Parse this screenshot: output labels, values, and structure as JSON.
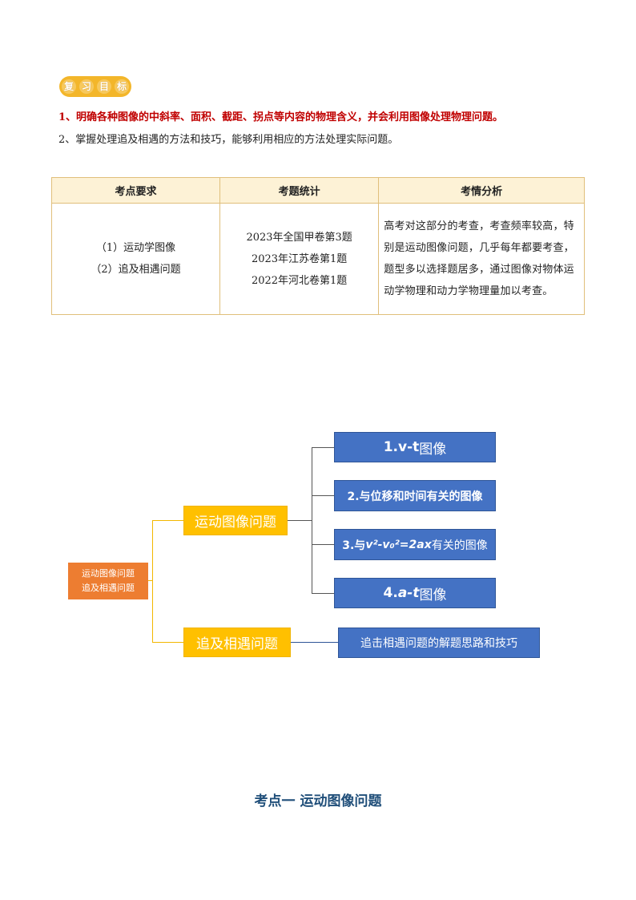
{
  "badge": {
    "chars": [
      "复",
      "习",
      "目",
      "标"
    ]
  },
  "goals": {
    "g1": "1、明确各种图像的中斜率、面积、截距、拐点等内容的物理含义，并会利用图像处理物理问题。",
    "g2": "2、掌握处理追及相遇的方法和技巧，能够利用相应的方法处理实际问题。"
  },
  "table": {
    "headers": [
      "考点要求",
      "考题统计",
      "考情分析"
    ],
    "requirements": [
      "（1）运动学图像",
      "（2）追及相遇问题"
    ],
    "statistics": [
      "2023年全国甲卷第3题",
      "2023年江苏卷第1题",
      "2022年河北卷第1题"
    ],
    "analysis": "高考对这部分的考查，考查频率较高，特别是运动图像问题，几乎每年都要考查，题型多以选择题居多，通过图像对物体运动学物理和动力学物理量加以考查。"
  },
  "mindmap": {
    "root": [
      "运动图像问题",
      "追及相遇问题"
    ],
    "branch1": "运动图像问题",
    "branch2": "追及相遇问题",
    "leaf1": {
      "num": "1.",
      "var": "v-t",
      "suffix": " 图像"
    },
    "leaf2": "2.与位移和时间有关的图像",
    "leaf3": {
      "num": "3.与 ",
      "formula": "v²-v₀²=2ax",
      "suffix": " 有关的图像"
    },
    "leaf4": {
      "num": "4. ",
      "var": "a-t",
      "suffix": " 图像"
    },
    "leaf5": "追击相遇问题的解题思路和技巧"
  },
  "section_title": "考点一  运动图像问题"
}
